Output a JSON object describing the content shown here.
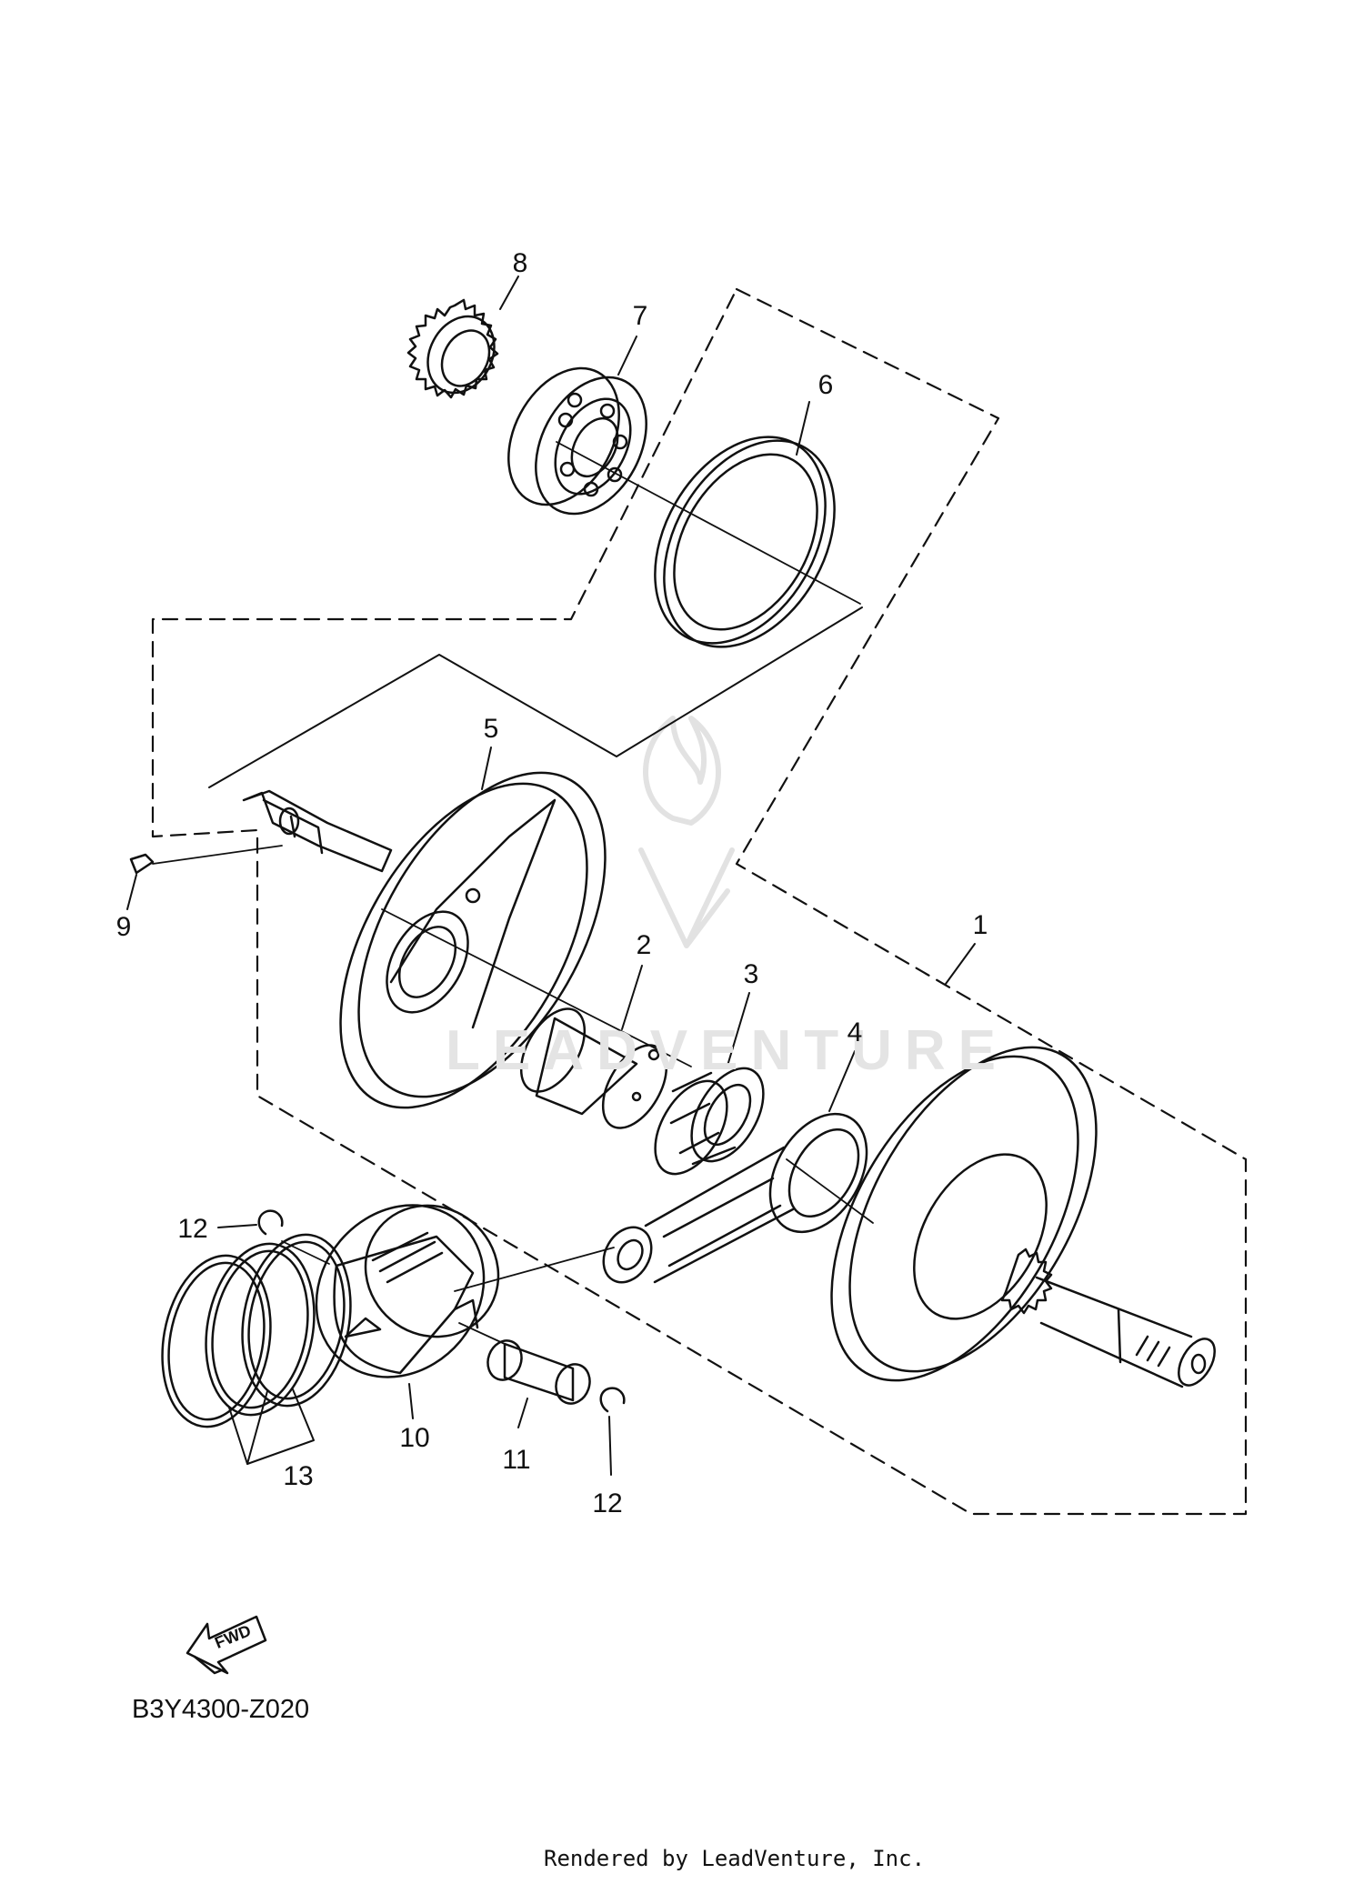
{
  "diagram": {
    "code": "B3Y4300-Z020",
    "credit": "Rendered by LeadVenture, Inc.",
    "watermark": "LEADVENTURE",
    "fwd_label": "FWD",
    "callouts": {
      "c1": "1",
      "c2": "2",
      "c3": "3",
      "c4": "4",
      "c5": "5",
      "c6": "6",
      "c7": "7",
      "c8": "8",
      "c9": "9",
      "c10": "10",
      "c11": "11",
      "c12a": "12",
      "c12b": "12",
      "c13": "13"
    }
  }
}
